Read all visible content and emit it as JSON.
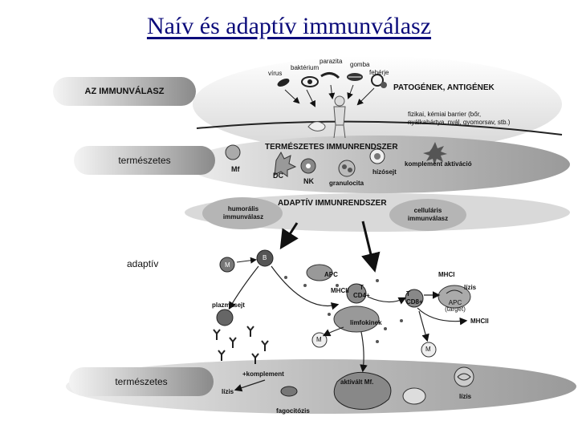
{
  "title": "Naív és adaptív immunválasz",
  "left_labels": {
    "immune_response": "AZ IMMUNVÁLASZ",
    "natural_top": "természetes",
    "adaptive": "adaptív",
    "natural_bottom": "természetes"
  },
  "pathogens": {
    "virus": "vírus",
    "bacterium": "baktérium",
    "parasite": "parazita",
    "fungus": "gomba",
    "protein": "fehérje",
    "heading": "PATOGÉNEK, ANTIGÉNEK",
    "barrier_line1": "fizikai, kémiai barrier (bőr,",
    "barrier_line2": "nyálkahártya, nyál, gyomorsav, stb.)"
  },
  "innate": {
    "heading": "TERMÉSZETES IMMUNRENDSZER",
    "mf": "Mf",
    "dc": "DC",
    "nk": "NK",
    "granulocyte": "granulocita",
    "mast_cell": "hízósejt",
    "complement": "komplement aktiváció"
  },
  "adaptive": {
    "heading": "ADAPTÍV IMMUNRENDSZER",
    "humoral_line1": "humorális",
    "humoral_line2": "immunválasz",
    "cellular_line1": "celluláris",
    "cellular_line2": "immunválasz",
    "m_cell": "M",
    "b_cell": "B",
    "apc": "APC",
    "mhcii_left": "MHCII",
    "th": "T",
    "cd4": "CD4+",
    "tc": "T",
    "cd8": "CD8+",
    "mhci": "MHCI",
    "lysis_right": "lízis",
    "apc_target_line1": "APC",
    "apc_target_line2": "(target)",
    "mhcii_right": "MHCII",
    "plasma_cell": "plazmasejt",
    "lymphokines": "limfokinek",
    "m_bottom_left": "M",
    "m_bottom_right": "M"
  },
  "bottom": {
    "complement": "+komplement",
    "lysis_left": "lízis",
    "activated_mf": "aktivált Mf.",
    "phagocytosis": "fagocitózis",
    "lysis_right": "lízis"
  }
}
